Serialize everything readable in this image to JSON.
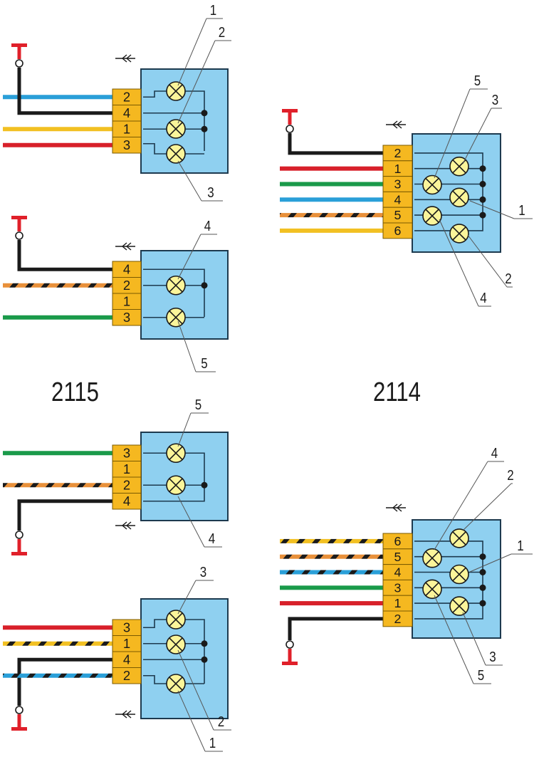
{
  "colors": {
    "box_fill": "#8fd0f0",
    "box_stroke": "#1d3a4f",
    "connector_fill": "#f5b820",
    "connector_stroke": "#7a5a00",
    "lamp_fill": "#fbf59a",
    "lamp_stroke": "#1a1a1a",
    "ground": "#e0202a",
    "wire_black": "#1a1a1a",
    "wire_blue": "#2a9fd8",
    "wire_yellow": "#f2c022",
    "wire_red": "#d8202a",
    "wire_green": "#1a9a4a",
    "wire_orange": "#e8903a",
    "leader": "#555555"
  },
  "labels": {
    "left_model": "2115",
    "right_model": "2114"
  },
  "diagrams": [
    {
      "id": "2115-top-a",
      "pins": [
        "2",
        "4",
        "1",
        "3"
      ],
      "wires": [
        "blue",
        "black-ground",
        "yellow",
        "red"
      ],
      "lamp_callouts": [
        "1",
        "2",
        "3"
      ]
    },
    {
      "id": "2115-top-b",
      "pins": [
        "4",
        "2",
        "1",
        "3"
      ],
      "wires": [
        "black-ground",
        "orange-black",
        "none",
        "green"
      ],
      "lamp_callouts": [
        "4",
        "5"
      ]
    },
    {
      "id": "2114-top",
      "pins": [
        "2",
        "1",
        "3",
        "4",
        "5",
        "6"
      ],
      "wires": [
        "black-ground",
        "red",
        "green",
        "blue",
        "orange-black",
        "yellow"
      ],
      "lamp_callouts": [
        "5",
        "3",
        "1",
        "2",
        "4"
      ]
    },
    {
      "id": "2115-bottom-a",
      "pins": [
        "3",
        "1",
        "2",
        "4"
      ],
      "wires": [
        "green",
        "none",
        "orange-black",
        "black-ground"
      ],
      "lamp_callouts": [
        "5",
        "4"
      ]
    },
    {
      "id": "2115-bottom-b",
      "pins": [
        "3",
        "1",
        "4",
        "2"
      ],
      "wires": [
        "red",
        "yellow-black",
        "black-ground",
        "blue-black"
      ],
      "lamp_callouts": [
        "3",
        "2",
        "1"
      ]
    },
    {
      "id": "2114-bottom",
      "pins": [
        "6",
        "5",
        "4",
        "3",
        "1",
        "2"
      ],
      "wires": [
        "yellow-black",
        "orange-black",
        "blue-black",
        "green",
        "red",
        "black-ground"
      ],
      "lamp_callouts": [
        "4",
        "2",
        "1",
        "3",
        "5"
      ]
    }
  ]
}
